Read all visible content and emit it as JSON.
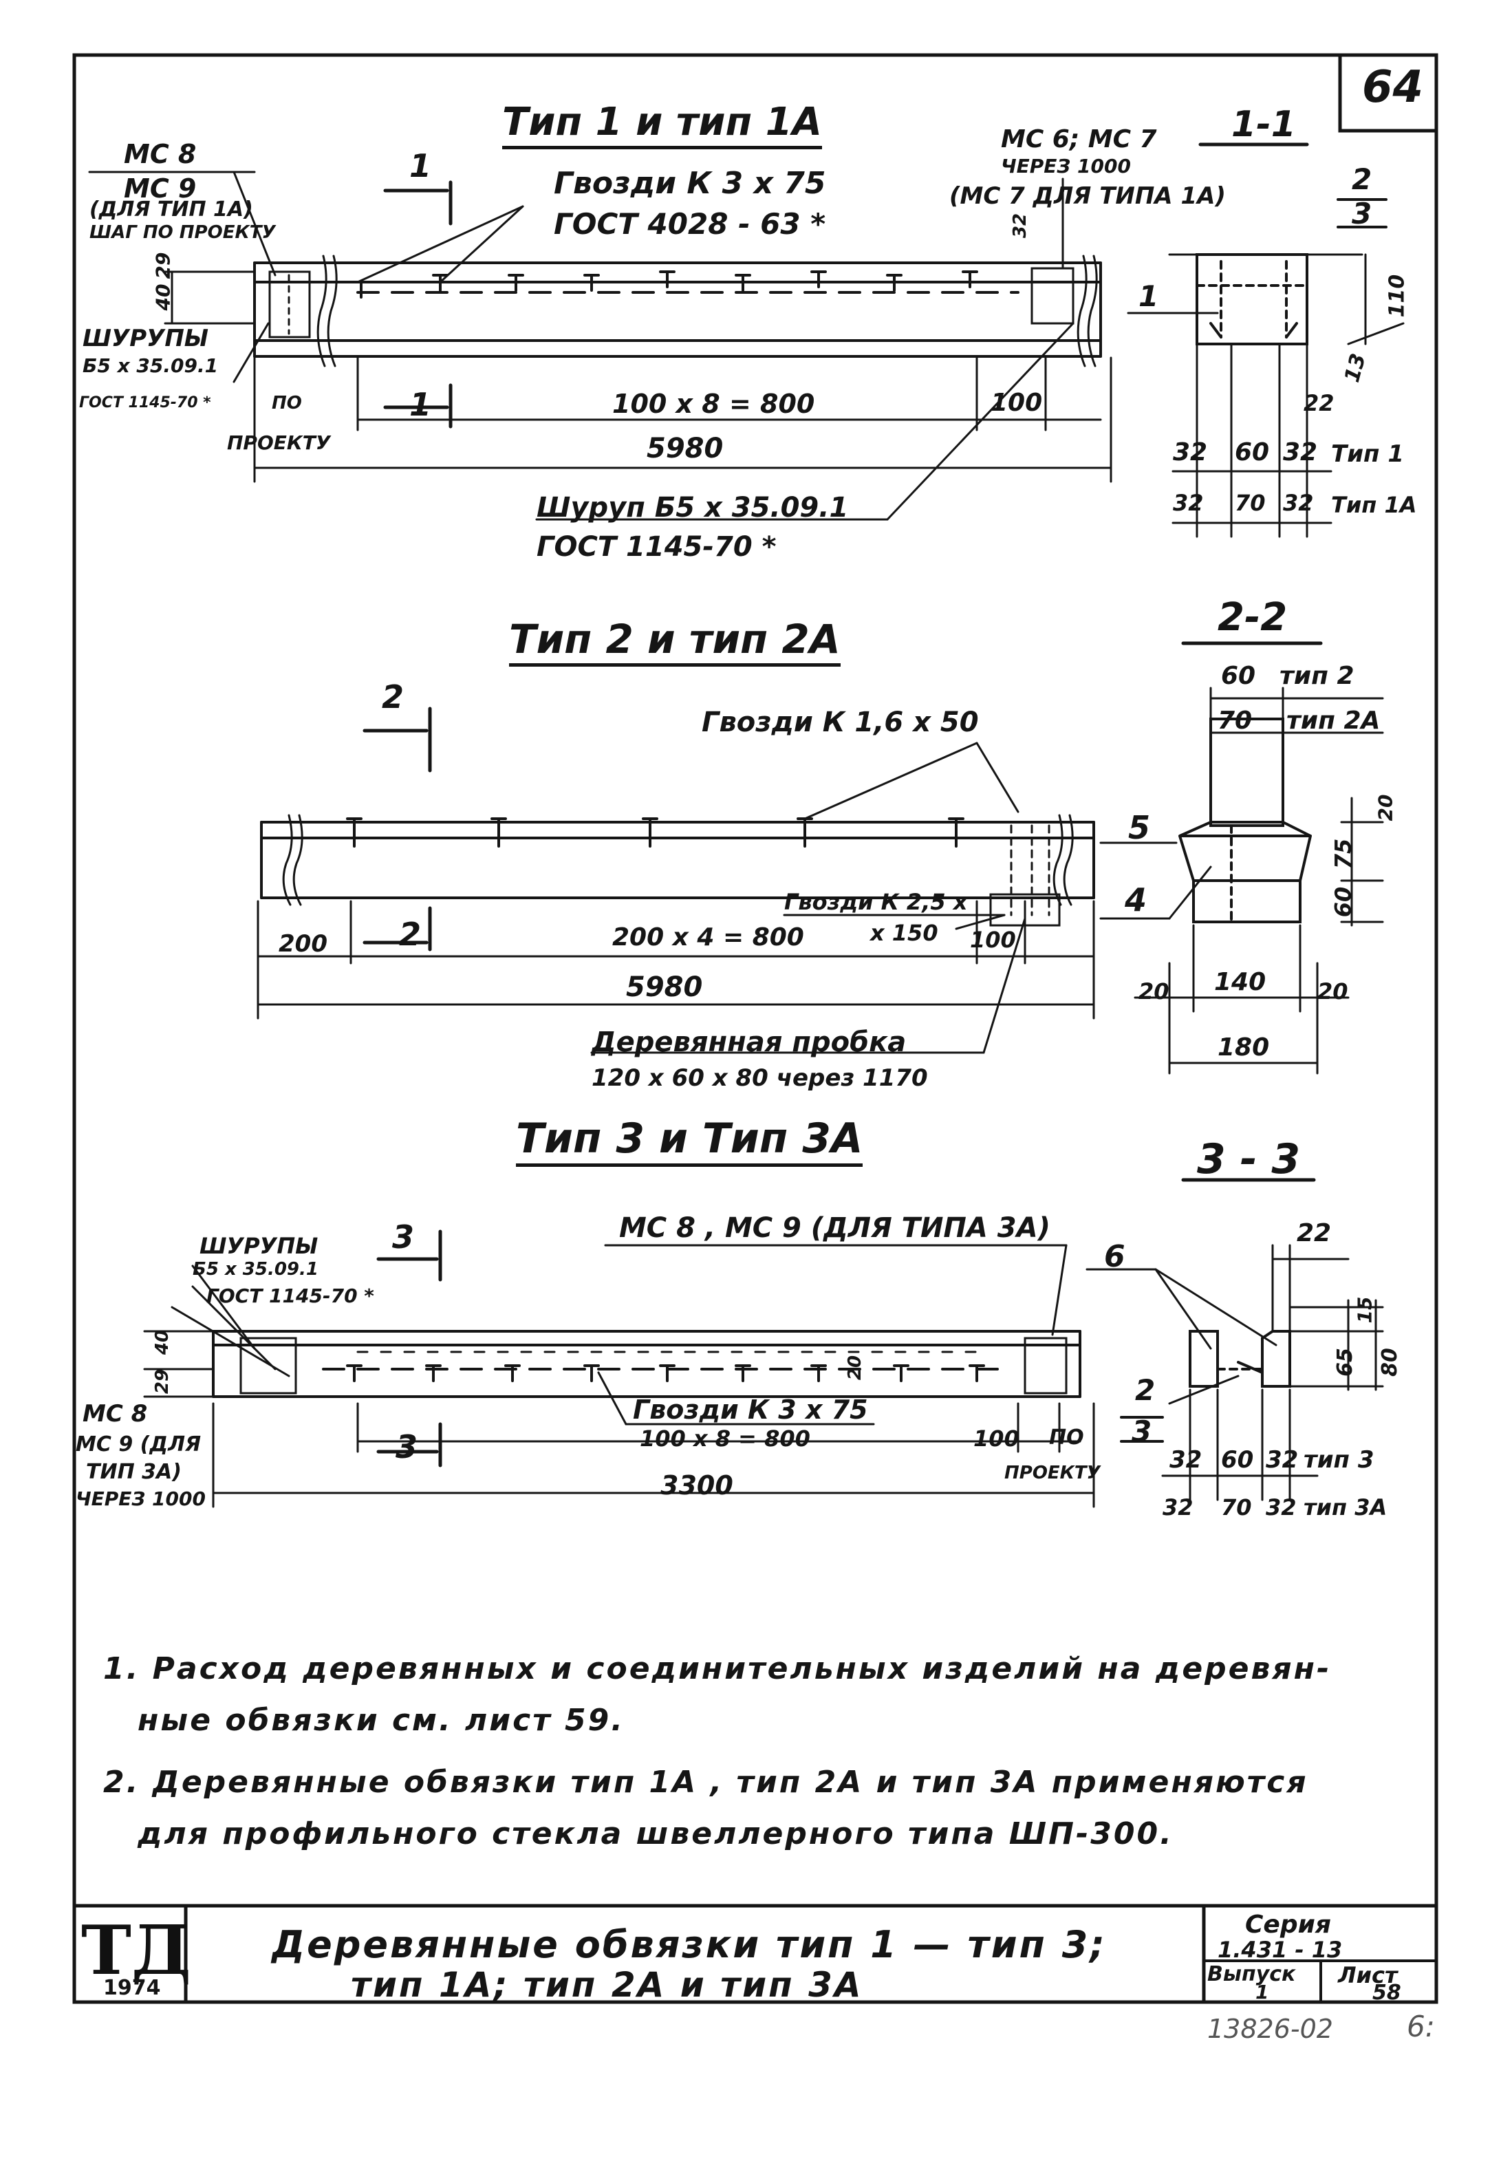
{
  "sheet": {
    "page_number": "64",
    "stamp": "13826-02",
    "stamp_mark": "6:"
  },
  "type1": {
    "title": "Тип 1 и тип 1А",
    "section_mark": "1",
    "ms8": "МС 8",
    "ms9": "МС 9",
    "ms9_note1": "(ДЛЯ ТИП 1А)",
    "ms9_note2": "ШАГ ПО ПРОЕКТУ",
    "nails_label": "Гвозди   К 3 х 75",
    "nails_gost": "ГОСТ  4028 - 63 *",
    "ms67": "МС 6; МС 7",
    "ms67_note1": "ЧЕРЕЗ 1000",
    "ms67_note2": "(МС 7 ДЛЯ  ТИПА 1А)",
    "dim_32": "32",
    "dim_40": "40",
    "dim_29": "29",
    "screws_label": "ШУРУПЫ",
    "screws_spec": "Б5 х 35.09.1",
    "screws_gost": "ГОСТ 1145-70 *",
    "by_project": "ПО",
    "by_project2": "ПРОЕКТУ",
    "dim_pitch": "100 х 8 = 800",
    "dim_100": "100",
    "dim_total": "5980",
    "screw_label": "Шуруп  Б5 х 35.09.1",
    "screw_gost": "ГОСТ  1145-70 *"
  },
  "section1": {
    "title": "1-1",
    "callout_2": "2",
    "callout_3": "3",
    "callout_1": "1",
    "dim_110": "110",
    "dim_13": "13",
    "dim_22": "22",
    "row1": [
      "32",
      "60",
      "32"
    ],
    "row1_label": "Тип 1",
    "row2": [
      "32",
      "70",
      "32"
    ],
    "row2_label": "Тип 1А"
  },
  "type2": {
    "title": "Тип 2  и  тип 2А",
    "section_mark": "2",
    "nails_label": "Гвозди  К 1,6 х 50",
    "nails2_label": "Гвозди К 2,5 х",
    "nails2_step": "х 150",
    "dim_200": "200",
    "dim_pitch": "200 х 4 = 800",
    "dim_100": "100",
    "dim_total": "5980",
    "plug_label": "Деревянная  пробка",
    "plug_spec": "120 х 60 х 80  через 1170"
  },
  "section2": {
    "title": "2-2",
    "dim_60": "60",
    "label_type2": "тип 2",
    "dim_70": "70",
    "label_type2a": "тип 2А",
    "callout_5": "5",
    "callout_4": "4",
    "dim_20_top": "20",
    "dim_75": "75",
    "dim_60_right": "60",
    "dim_20_left": "20",
    "dim_140": "140",
    "dim_20_right": "20",
    "dim_180": "180"
  },
  "type3": {
    "title": "Тип 3 и Тип 3А",
    "section_mark": "3",
    "screws_label": "ШУРУПЫ",
    "screws_spec": "Б5 х 35.09.1",
    "screws_gost": "ГОСТ 1145-70 *",
    "ms_label": "МС 8 ,  МС 9 (ДЛЯ ТИПА 3А)",
    "dim_40": "40",
    "dim_29": "29",
    "dim_20": "20",
    "ms8": "МС 8",
    "ms9_1": "МС 9  (ДЛЯ",
    "ms9_2": "ТИП 3А)",
    "ms9_3": "ЧЕРЕЗ 1000",
    "nails_label": "Гвозди  К 3 х 75",
    "dim_pitch": "100 х 8 = 800",
    "dim_100": "100",
    "by_project": "ПО",
    "by_project2": "ПРОЕКТУ",
    "dim_total": "3300"
  },
  "section3": {
    "title": "3 - 3",
    "dim_22": "22",
    "callout_6": "6",
    "dim_15": "15",
    "dim_65": "65",
    "dim_80": "80",
    "callout_2": "2",
    "callout_3": "3",
    "row1": [
      "32",
      "60",
      "32"
    ],
    "row1_label": "тип 3",
    "row2": [
      "32",
      "70",
      "32"
    ],
    "row2_label": "тип 3А"
  },
  "notes": {
    "n1_line1": "1. Расход  деревянных  и  соединительных  изделий  на  деревян-",
    "n1_line2": "ные   обвязки   см.   лист  59.",
    "n2_line1": "2. Деревянные  обвязки  тип 1А ,  тип 2А  и  тип 3А  применяются",
    "n2_line2": "для  профильного  стекла  швеллерного  типа   ШП-300."
  },
  "titleblock": {
    "logo": "ТД",
    "year": "1974",
    "title_line1": "Деревянные   обвязки   тип 1 — тип 3;",
    "title_line2": "тип 1А;  тип 2А  и  тип 3А",
    "series_label": "Серия",
    "series_value": "1.431 - 13",
    "issue_label": "Выпуск",
    "issue_value": "1",
    "sheet_label": "Лист",
    "sheet_value": "58"
  }
}
